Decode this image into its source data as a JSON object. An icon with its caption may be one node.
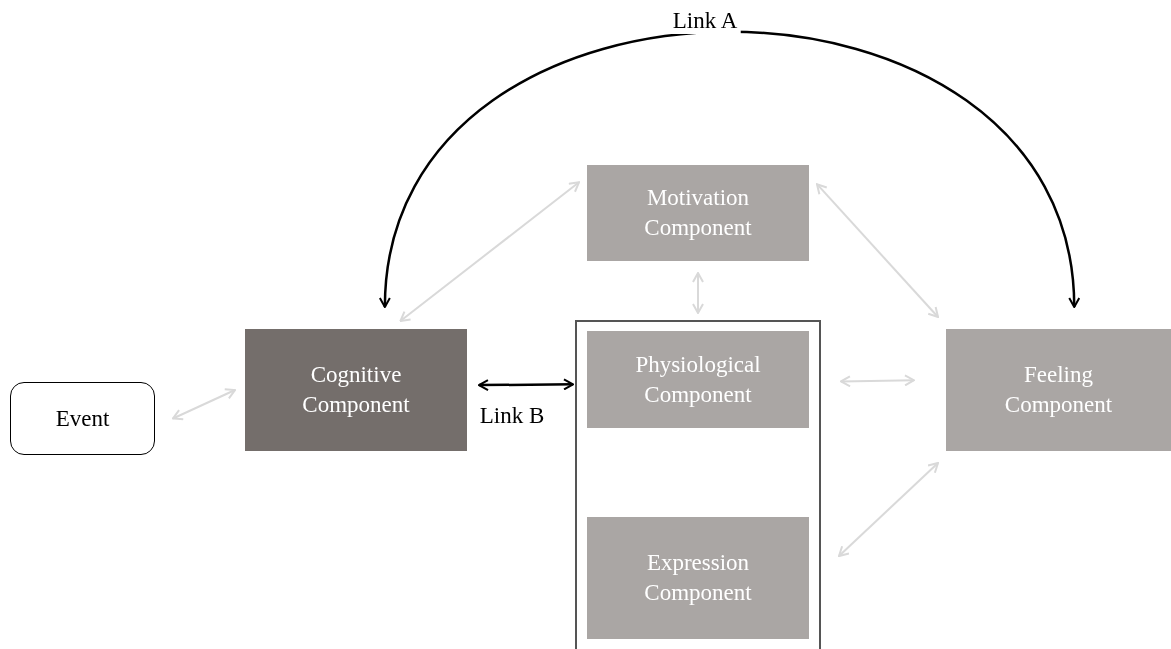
{
  "diagram": {
    "nodes": [
      {
        "text": [
          "Event"
        ]
      },
      {
        "text": [
          "Cognitive Component"
        ]
      },
      {
        "text": [
          "Motivation Component"
        ]
      },
      {
        "text": [],
        "shape": "box"
      },
      {
        "text": [
          "Physiological Component"
        ],
        "in": 3
      },
      {
        "text": [
          "Expression Component"
        ],
        "in": 3
      },
      {
        "text": [
          "Feeling Component"
        ]
      }
    ],
    "edges": [
      {
        "from": 0,
        "to": 1,
        "arrow": "both"
      },
      {
        "from": 1,
        "to": 2,
        "arrow": "both"
      },
      {
        "from": 1,
        "to": 6,
        "arrow": "both",
        "label": "Link A",
        "color": "#000000"
      },
      {
        "from": 1,
        "to": 4,
        "arrow": "both",
        "label": "Link B",
        "color": "#000000"
      },
      {
        "from": 2,
        "to": 4,
        "arrow": "both"
      },
      {
        "from": 2,
        "to": 6,
        "arrow": "both"
      },
      {
        "from": 4,
        "to": 6,
        "arrow": "both"
      },
      {
        "from": 5,
        "to": 6,
        "arrow": "both"
      }
    ]
  }
}
